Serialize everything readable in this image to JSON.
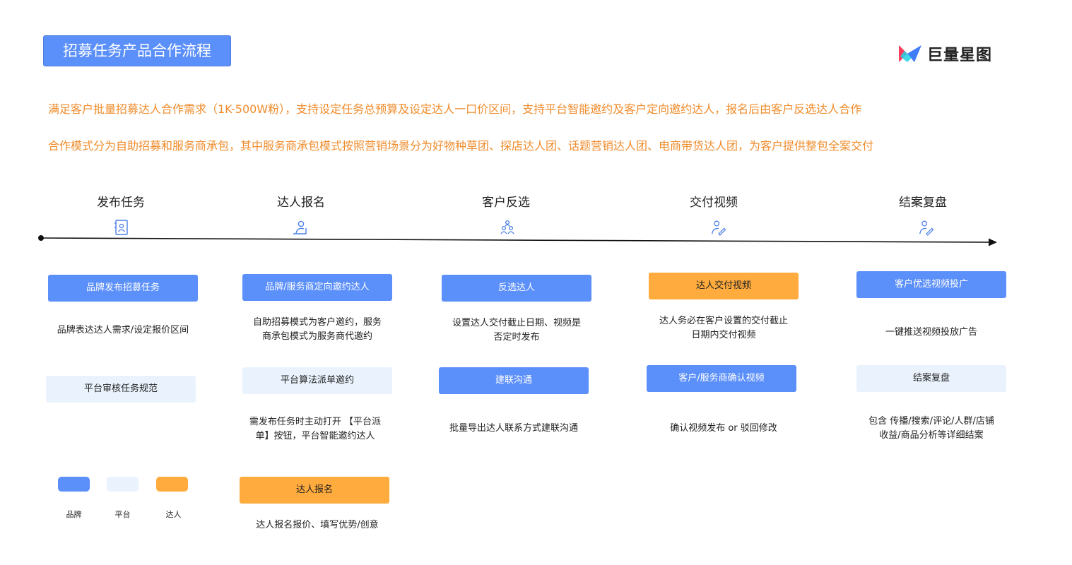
{
  "header": {
    "title": "招募任务产品合作流程"
  },
  "logo": {
    "text": "巨量星图"
  },
  "descriptions": [
    "满足客户批量招募达人合作需求（1K-500W粉），支持设定任务总预算及设定达人一口价区间，支持平台智能邀约及客户定向邀约达人，报名后由客户反选达人合作",
    "合作模式分为自助招募和服务商承包，其中服务商承包模式按照营销场景分为好物种草团、探店达人团、话题营销达人团、电商带货达人团，为客户提供整包全案交付"
  ],
  "stages": [
    {
      "title": "发布任务",
      "icon": "document-user-icon"
    },
    {
      "title": "达人报名",
      "icon": "signup-user-icon"
    },
    {
      "title": "客户反选",
      "icon": "group-users-icon"
    },
    {
      "title": "交付视频",
      "icon": "user-edit-icon"
    },
    {
      "title": "结案复盘",
      "icon": "user-edit-icon"
    }
  ],
  "columns": {
    "c1": {
      "box1": "品牌发布招募任务",
      "note1": "品牌表达达人需求/设定报价区间",
      "box2": "平台审核任务规范"
    },
    "c2": {
      "box1": "品牌/服务商定向邀约达人",
      "note1a": "自助招募模式为客户邀约，服务",
      "note1b": "商承包模式为服务商代邀约",
      "box2": "平台算法派单邀约",
      "note2a": "需发布任务时主动打开 【平台派",
      "note2b": "单】按钮，平台智能邀约达人",
      "box3": "达人报名",
      "note3": "达人报名报价、填写优势/创意"
    },
    "c3": {
      "box1": "反选达人",
      "note1a": "设置达人交付截止日期、视频是",
      "note1b": "否定时发布",
      "box2": "建联沟通",
      "note2": "批量导出达人联系方式建联沟通"
    },
    "c4": {
      "box1": "达人交付视频",
      "note1a": "达人务必在客户设置的交付截止",
      "note1b": "日期内交付视频",
      "box2": "客户/服务商确认视频",
      "note2": "确认视频发布 or 驳回修改"
    },
    "c5": {
      "box1": "客户优选视频投广",
      "note1": "一键推送视频投放广告",
      "box2": "结案复盘",
      "note2a": "包含 传播/搜索/评论/人群/店铺",
      "note2b": "收益/商品分析等详细结案"
    }
  },
  "legend": [
    {
      "label": "品牌",
      "color": "#5b8ff9"
    },
    {
      "label": "平台",
      "color": "#eaf3fd"
    },
    {
      "label": "达人",
      "color": "#ffab3d"
    }
  ]
}
